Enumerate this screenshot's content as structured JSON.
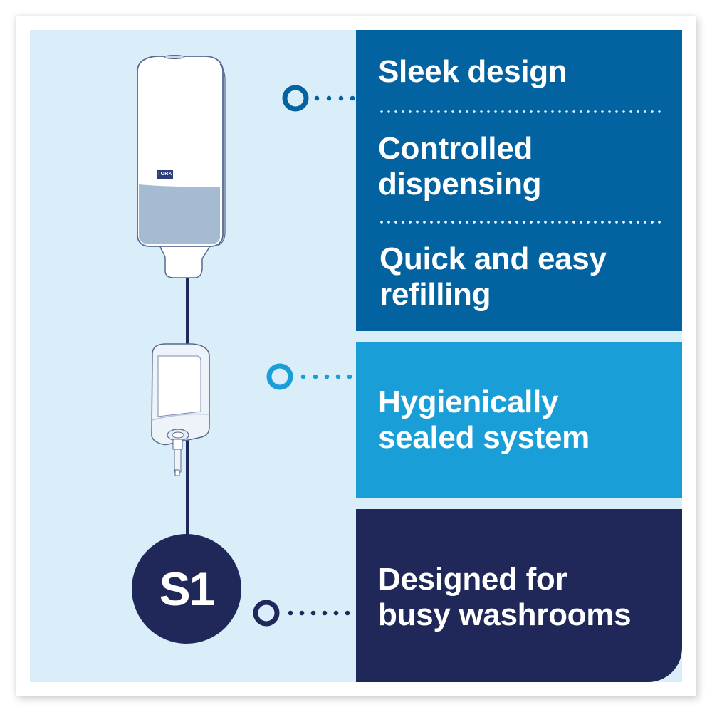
{
  "product": {
    "badge": "S1",
    "brand_logo": "TORK"
  },
  "features": [
    {
      "label_lines": [
        "Sleek design"
      ],
      "group": "top"
    },
    {
      "label_lines": [
        "Controlled",
        "dispensing"
      ],
      "group": "top"
    },
    {
      "label_lines": [
        "Quick and easy",
        "refilling"
      ],
      "group": "top"
    },
    {
      "label_lines": [
        "Hygienically",
        "sealed system"
      ],
      "group": "middle"
    },
    {
      "label_lines": [
        "Designed for",
        "busy washrooms"
      ],
      "group": "bottom"
    }
  ],
  "connectors": [
    {
      "target": "dispenser",
      "icon": "ring-connector-icon",
      "color": "#0263a0"
    },
    {
      "target": "cartridge",
      "icon": "ring-connector-icon",
      "color": "#199ed8"
    },
    {
      "target": "s1-badge",
      "icon": "ring-connector-icon",
      "color": "#1f2858"
    }
  ],
  "colors": {
    "background": "#daeefa",
    "dark_blue": "#0263a0",
    "light_blue": "#199ed8",
    "navy": "#1f2858",
    "frame": "#ffffff"
  },
  "illustrations": {
    "dispenser": "soap-dispenser-icon",
    "cartridge": "refill-cartridge-icon"
  }
}
